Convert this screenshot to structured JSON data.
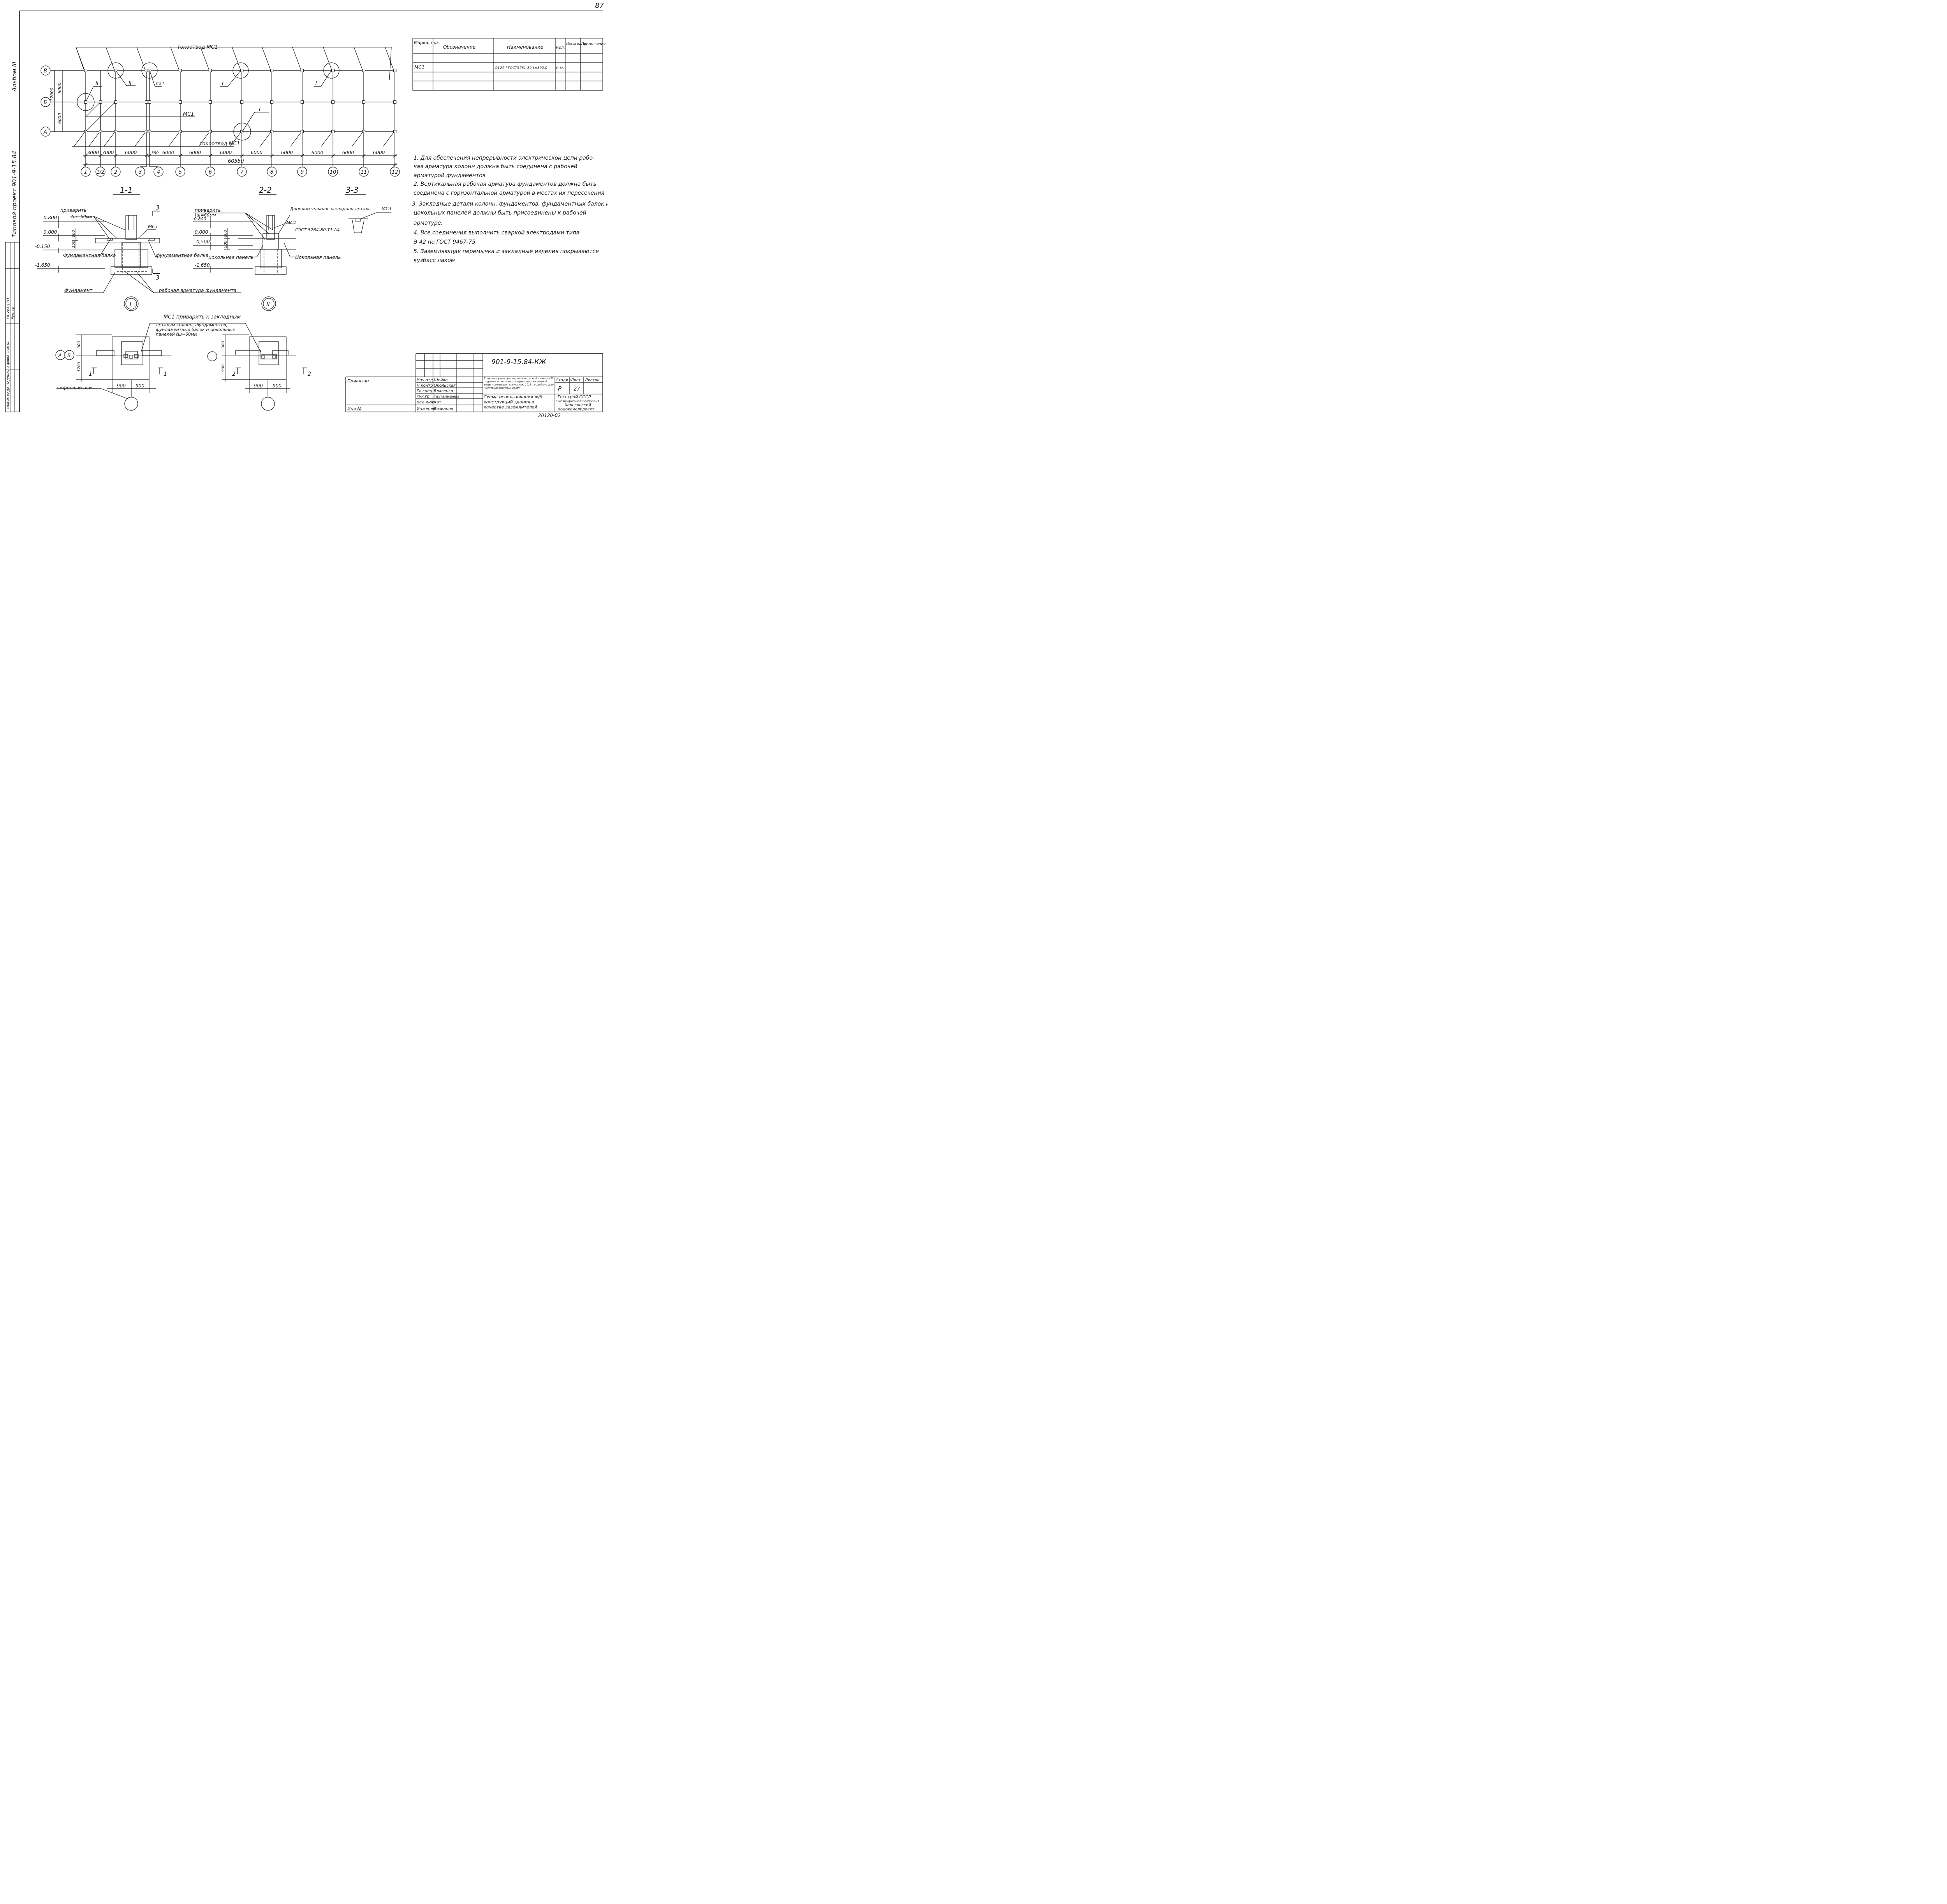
{
  "page_number": "87",
  "side_labels": {
    "album": "Альбом III",
    "project": "Типовой проект 901-9-15.84"
  },
  "plan": {
    "lightning_top": "токоотвод МС1",
    "lightning_bottom": "токоотвод МС1",
    "mc1_label": "МС1",
    "callout_I": "I",
    "callout_II": "II",
    "callout_po_I": "по I",
    "row_axes": [
      "В",
      "Б",
      "А"
    ],
    "row_dims": [
      "6000",
      "6000"
    ],
    "row_total": "12000",
    "column_axes": [
      "1",
      "1/2",
      "2",
      "3",
      "4",
      "5",
      "6",
      "7",
      "8",
      "9",
      "10",
      "11",
      "12"
    ],
    "span_dims": [
      "3000",
      "3000",
      "6000",
      "550",
      "6000",
      "6000",
      "6000",
      "6000",
      "6000",
      "6000",
      "6000",
      "6000"
    ],
    "total_length": "60550"
  },
  "spec_table": {
    "headers": [
      "Марка, поз",
      "Обозначение",
      "Наименование",
      "Кол.",
      "Масса ед, кг",
      "Приме-чание"
    ],
    "rows": [
      {
        "mark": "МС1",
        "designation": "",
        "name": "Ф12А-I ГОСТ5781-82 ℓ=392,0",
        "qty": "п.м.",
        "mass": "",
        "note": ""
      }
    ]
  },
  "notes": [
    "1. Для обеспечения непрерывности электрической цепи рабо-",
    "чая арматура колонн должна быть соединена с рабочей",
    "арматурой фундаментов",
    "2. Вертикальная рабочая арматура фундаментов должна быть",
    "соединена с горизонтальной арматурой в местах их пересечения",
    "3. Закладные детали колонн, фундаментов, фундаментных балок и",
    "цокольных панелей должны быть присоединены к рабочей",
    "арматуре.",
    "4. Все соединения выполнить сваркой электродами типа",
    "Э 42 по ГОСТ 9467-75.",
    "5. Заземляющая перемычка и закладные изделия покрываются",
    "кузбасс лаком"
  ],
  "section_1": {
    "title": "1-1",
    "weld": "приварить",
    "weld_len": "ℓш=60мм",
    "levels": [
      "0,800",
      "0,000",
      "-0,150",
      "-1,650"
    ],
    "dims": [
      "800",
      "150"
    ],
    "mc1": "МС1",
    "beam_left": "Фундаментная балка",
    "beam_right": "фундаментная балка",
    "foundation": "Фундамент",
    "rebar": "рабочая арматура фундамента",
    "cut": "3"
  },
  "section_2": {
    "title": "2-2",
    "weld": "приварить",
    "weld_len": "ℓш=60мм",
    "levels": [
      "0,800",
      "0,000",
      "-0,500",
      "-1,650"
    ],
    "dims": [
      "800",
      "500"
    ],
    "mc1": "МС1",
    "panel_left": "цокольная панель",
    "panel_right": "Цокольная панель",
    "extra": "Дополнительная закладная деталь",
    "gost": "ГОСТ 5264-80-Т1 Δ4"
  },
  "section_3": {
    "title": "3-3",
    "mc1": "МС1"
  },
  "node_I": {
    "label": "I",
    "note_title": "МС1 приварить к закладным",
    "note_lines": [
      "деталям колонн, фундаментов,",
      "фундаментных балок и цокольных",
      "панелей ℓш=60мм"
    ],
    "dims_v": [
      "900",
      "1200"
    ],
    "dims_h": [
      "900",
      "900"
    ],
    "axes": [
      "А",
      "В"
    ],
    "cuts": [
      "1",
      "1"
    ],
    "digital_axes": "цифровые оси"
  },
  "node_II": {
    "label": "II",
    "dims_v": [
      "900",
      "900"
    ],
    "dims_h": [
      "900",
      "900"
    ],
    "cuts": [
      "2",
      "2"
    ]
  },
  "stamp": {
    "code": "901-9-15.84-КЖ",
    "privyazan": "Привязан",
    "inv": "Инв №",
    "roles": [
      "Нач.отд",
      "Н.контр",
      "Гл.спец",
      "Рук.гр",
      "Вед.инж",
      "Инженер"
    ],
    "names": [
      "Шейко",
      "Окольская",
      "Власенко",
      "Тахтамышева",
      "Кат",
      "Вазианов"
    ],
    "object": "Блок напорных фильтров и насосной станции II подъема в составе станции очистки речной воды производительностью 12,5 тыс.м3/сут для производственных целей",
    "sheet_title": "Схема использования ж/б конструкций здания в качестве заземлителей",
    "stage_h": "Стадия",
    "sheet_h": "Лист",
    "sheets_h": "Листов",
    "stage": "Р",
    "sheet": "27",
    "org": [
      "Госстрой СССР",
      "Союзводоканалниипроект",
      "Харьковский",
      "Водоканалпроект"
    ],
    "bottom_code": "20120-02"
  },
  "side_stamp": {
    "items": [
      "Инв № подл",
      "Подпись и дата",
      "Взам. инв №",
      "Гл. спец ТО",
      "Рук. гр"
    ]
  }
}
